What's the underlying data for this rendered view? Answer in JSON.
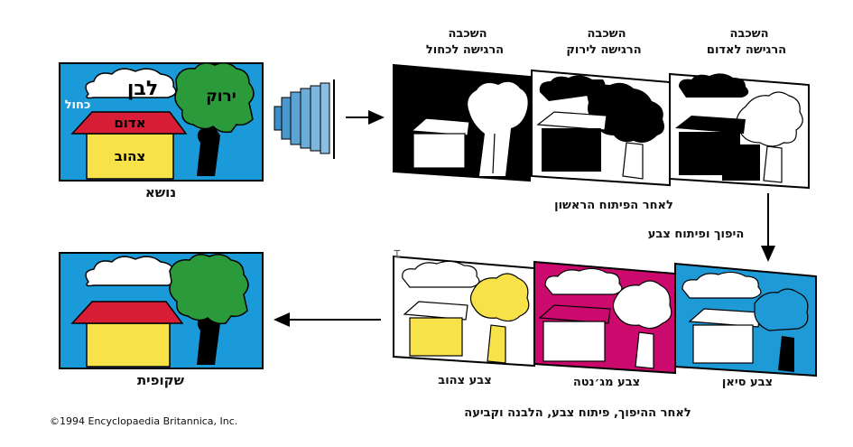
{
  "subject": {
    "caption": "נושא",
    "word_white": "לבן",
    "word_blue": "כחול",
    "word_green": "ירוק",
    "word_red": "אדום",
    "word_yellow": "צהוב"
  },
  "layers_top": [
    {
      "title": "השכבה",
      "subtitle": "הרגישה לכחול"
    },
    {
      "title": "השכבה",
      "subtitle": "הרגישה לירוק"
    },
    {
      "title": "השכבה",
      "subtitle": "הרגישה לאדום"
    }
  ],
  "after_first_development": "לאחר הפיתוח הראשון",
  "reversal_label": "היפוך ופיתוח צבע",
  "layers_bottom": [
    {
      "label": "צבע צהוב"
    },
    {
      "label": "צבע מג׳נטה"
    },
    {
      "label": "צבע סיאן"
    }
  ],
  "final_caption": "לאחר ההיפוך, פיתוח צבע, הלבנה וקביעה",
  "transparency": {
    "caption": "שקופית"
  },
  "copyright": "©1994 Encyclopaedia Britannica, Inc.",
  "colors": {
    "sky_blue": "#1a9ad8",
    "tree_green": "#2b9a3a",
    "roof_red": "#d81e36",
    "house_yellow": "#f7e24a",
    "magenta": "#cc0a6e",
    "cyan": "#1e9ad6",
    "black": "#000000",
    "white": "#ffffff"
  },
  "icons": [
    "camera-lens-icon",
    "arrow-right-icon",
    "arrow-down-icon",
    "arrow-left-icon",
    "text-cursor-icon"
  ]
}
